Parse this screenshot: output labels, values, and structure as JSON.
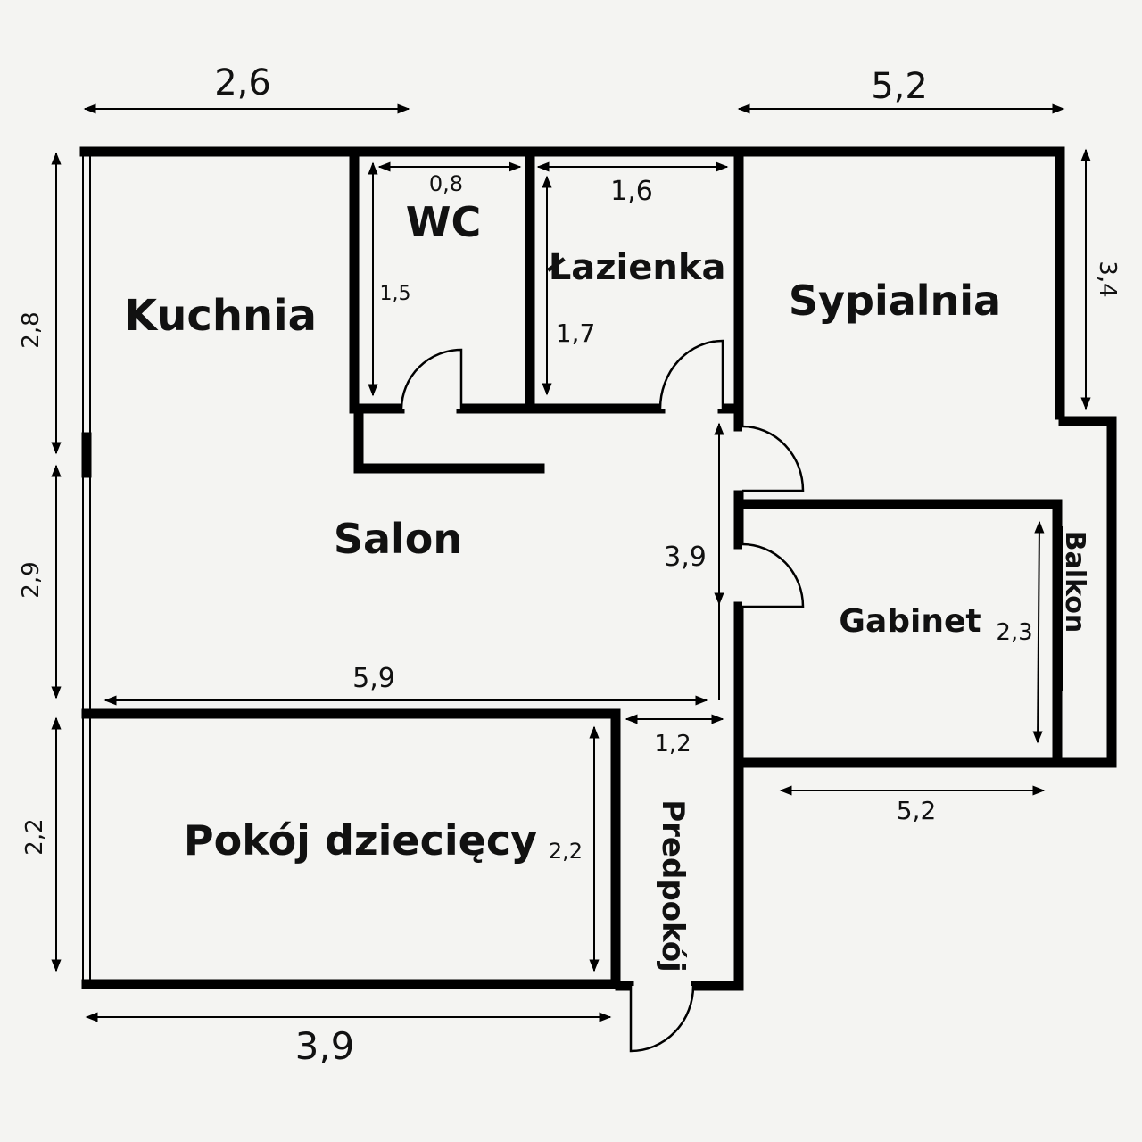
{
  "rooms": {
    "kitchen": "Kuchnia",
    "wc": "WC",
    "bathroom": "Łazienka",
    "bedroom": "Sypialnia",
    "living": "Salon",
    "office": "Gabinet",
    "balcony": "Balkon",
    "kids_room": "Pokój dziecięcy",
    "hallway": "Predpokój"
  },
  "dimensions": {
    "top_left": "2,6",
    "top_right": "5,2",
    "left_top": "2,8",
    "left_middle": "2,9",
    "left_bottom": "2,2",
    "right_top": "3,4",
    "wc_width": "0,8",
    "wc_height": "1,5",
    "bathroom_width": "1,6",
    "bathroom_height": "1,7",
    "living_width": "5,9",
    "living_height": "3,9",
    "hallway_width": "1,2",
    "office_height": "2,3",
    "office_width": "5,2",
    "kids_height": "2,2",
    "bottom": "3,9"
  }
}
